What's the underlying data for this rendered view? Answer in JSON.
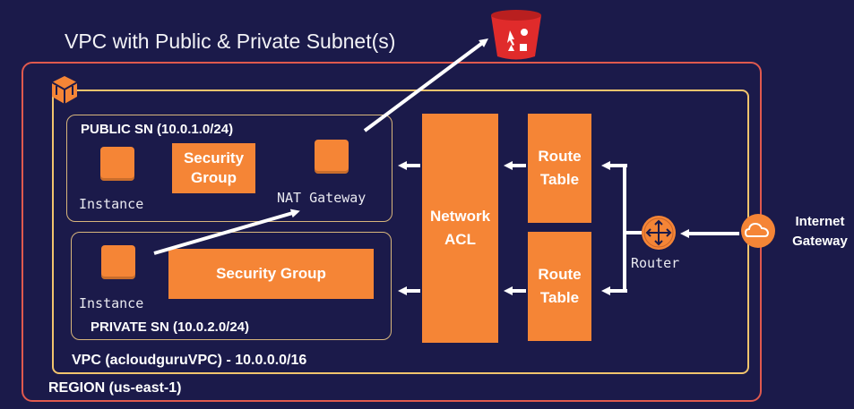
{
  "diagram": {
    "title": "VPC with Public & Private Subnet(s)",
    "region_label": "REGION (us-east-1)",
    "vpc_label": "VPC (acloudguruVPC) - 10.0.0.0/16",
    "public_subnet": {
      "label": "PUBLIC SN (10.0.1.0/24)",
      "instance_label": "Instance",
      "security_group_label_line1": "Security",
      "security_group_label_line2": "Group",
      "nat_label": "NAT Gateway"
    },
    "private_subnet": {
      "label": "PRIVATE SN (10.0.2.0/24)",
      "instance_label": "Instance",
      "security_group_label": "Security Group"
    },
    "network_acl_line1": "Network",
    "network_acl_line2": "ACL",
    "route_table_line1": "Route",
    "route_table_line2": "Table",
    "router_label": "Router",
    "internet_gateway_line1": "Internet",
    "internet_gateway_line2": "Gateway"
  },
  "colors": {
    "background": "#1b1a4a",
    "orange": "#f58536",
    "region_border": "#e0594e",
    "vpc_border": "#f1c46d",
    "bucket_red": "#e02b2b"
  }
}
